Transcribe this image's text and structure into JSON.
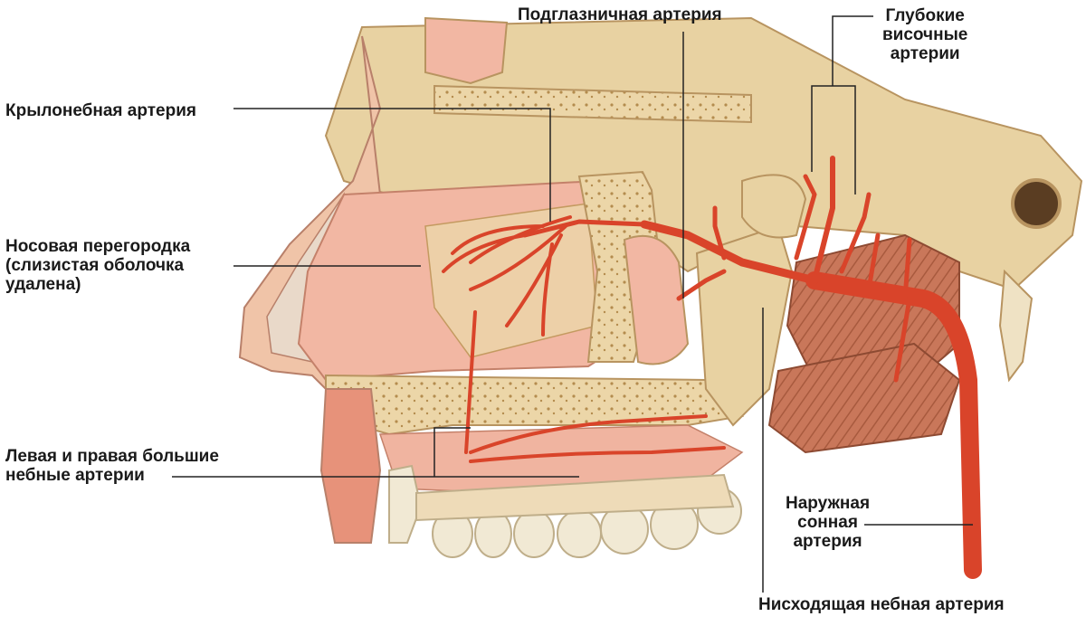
{
  "colors": {
    "bone": "#e8d2a2",
    "bone_dark": "#c9a96b",
    "mucosa": "#f2b7a3",
    "artery": "#d9442a",
    "artery_dark": "#a82a18",
    "muscle": "#c9775a",
    "teeth": "#f1e9d4",
    "leader": "#222222"
  },
  "labels": {
    "infraorbital": "Подглазничная артерия",
    "deep_temporal": [
      "Глубокие",
      "височные",
      "артерии"
    ],
    "sphenopalatine": "Крылонебная артерия",
    "septum": [
      "Носовая перегородка",
      "(слизистая оболочка",
      "удалена)"
    ],
    "greater_palatine": [
      "Левая и правая большие",
      "небные артерии"
    ],
    "external_carotid": [
      "Наружная",
      "сонная",
      "артерия"
    ],
    "descending_palatine": "Нисходящая небная артерия"
  }
}
